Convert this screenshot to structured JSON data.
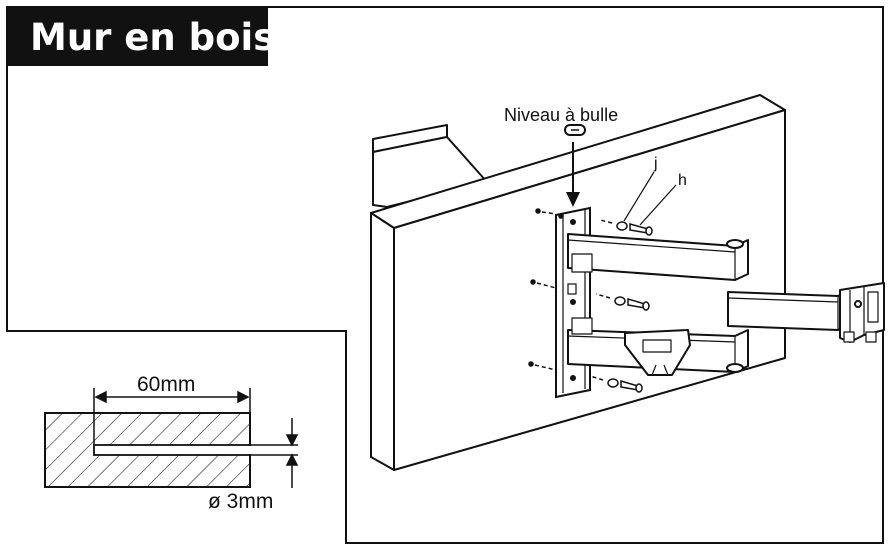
{
  "title": "Mur en bois",
  "labels": {
    "level": "Niveau à bulle",
    "part_j": "j",
    "part_h": "h",
    "depth": "60mm",
    "diameter": "ø 3mm"
  }
}
